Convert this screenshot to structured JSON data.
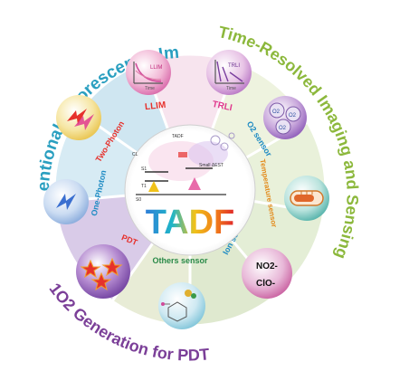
{
  "center": {
    "title": "TADF",
    "small_labels": [
      "TADF",
      "S1",
      "T1",
      "S0",
      "Small ΔEST",
      "CL"
    ]
  },
  "outer_arcs": [
    {
      "id": "conventional",
      "text": "Conventional Fluorescence Imaging",
      "color": "#2a9fc0"
    },
    {
      "id": "time-resolved",
      "text": "Time-Resolved Imaging and Sensing",
      "color": "#8cb83c"
    },
    {
      "id": "pdt",
      "text": "1O2 Generation for PDT",
      "color": "#7b3f98"
    }
  ],
  "segments": [
    {
      "id": "llim",
      "label": "LLIM",
      "label_color": "#e6312c",
      "icon": "llim-chart-icon",
      "icon_text": [
        "LLIM",
        "Time"
      ]
    },
    {
      "id": "trli",
      "label": "TRLI",
      "label_color": "#e03a8e",
      "icon": "trli-chart-icon",
      "icon_text": [
        "TRLI",
        "Time"
      ]
    },
    {
      "id": "o2",
      "label": "O2 sensor",
      "label_color": "#1e8bc3",
      "icon": "oxygen-molecules-icon",
      "icon_text": [
        "O2",
        "O2",
        "O2"
      ]
    },
    {
      "id": "temperature",
      "label": "Temperature sensor",
      "label_color": "#e38a1a",
      "icon": "thermometer-icon"
    },
    {
      "id": "ion",
      "label": "Ion sensor",
      "label_color": "#1e8bc3",
      "icon": "ions-icon",
      "icon_text": [
        "NO2-",
        "ClO-"
      ]
    },
    {
      "id": "others",
      "label": "Others sensor",
      "label_color": "#2a8a48",
      "icon": "molecule-icon"
    },
    {
      "id": "pdt",
      "label": "PDT",
      "label_color": "#e6312c",
      "icon": "stars-icon"
    },
    {
      "id": "one-photon",
      "label": "One-Photon",
      "label_color": "#1e8bc3",
      "icon": "lightning-icon"
    },
    {
      "id": "two-photon",
      "label": "Two-Photon",
      "label_color": "#e6312c",
      "icon": "double-lightning-icon"
    }
  ]
}
